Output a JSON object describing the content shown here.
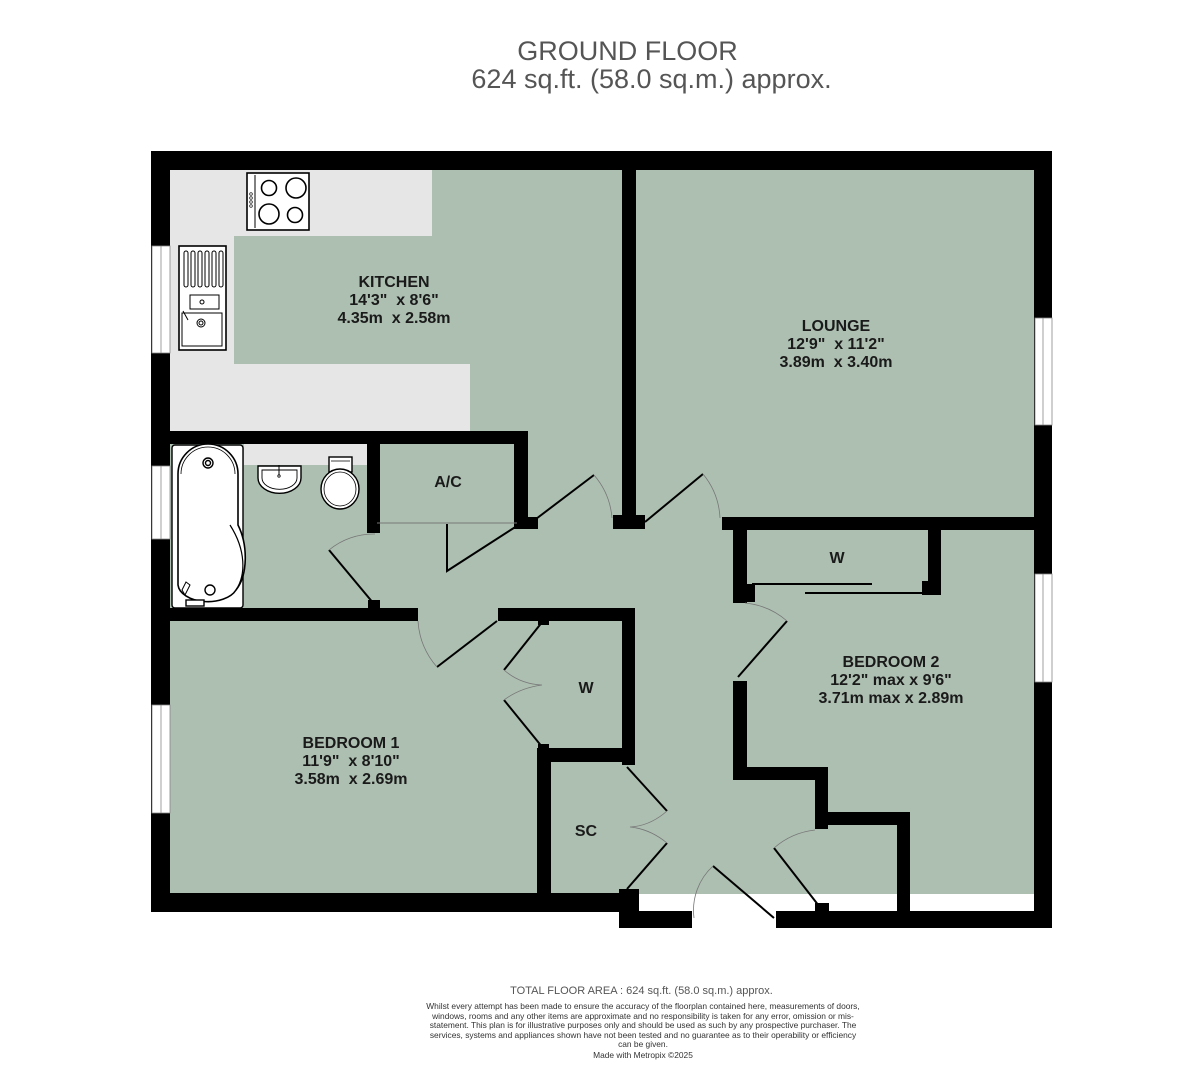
{
  "header": {
    "floor_name": "GROUND FLOOR",
    "floor_area": "624 sq.ft. (58.0 sq.m.) approx."
  },
  "colors": {
    "wall": "#000000",
    "floor": "#adbfb1",
    "worktop": "#e6e6e6",
    "window": "#ffffff",
    "background": "#ffffff",
    "title_text": "#555555"
  },
  "rooms": {
    "kitchen": {
      "name": "KITCHEN",
      "imperial": "14'3\"  x 8'6\"",
      "metric": "4.35m  x 2.58m"
    },
    "lounge": {
      "name": "LOUNGE",
      "imperial": "12'9\"  x 11'2\"",
      "metric": "3.89m  x 3.40m"
    },
    "bedroom1": {
      "name": "BEDROOM 1",
      "imperial": "11'9\"  x 8'10\"",
      "metric": "3.58m  x 2.69m"
    },
    "bedroom2": {
      "name": "BEDROOM 2",
      "imperial": "12'2\" max x 9'6\"",
      "metric": "3.71m max x 2.89m"
    },
    "airing_cupboard": {
      "name": "A/C"
    },
    "wardrobe1": {
      "name": "W"
    },
    "wardrobe2": {
      "name": "W"
    },
    "store_cupboard": {
      "name": "SC"
    }
  },
  "footer": {
    "total_area": "TOTAL FLOOR AREA : 624 sq.ft. (58.0 sq.m.) approx.",
    "disclaimer": "Whilst every attempt has been made to ensure the accuracy of the floorplan contained here, measurements of doors, windows, rooms and any other items are approximate and no responsibility is taken for any error, omission or mis-statement. This plan is for illustrative purposes only and should be used as such by any prospective purchaser. The services, systems and appliances shown have not been tested and no guarantee as to their operability or efficiency can be given.",
    "made_with": "Made with Metropix ©2025"
  }
}
